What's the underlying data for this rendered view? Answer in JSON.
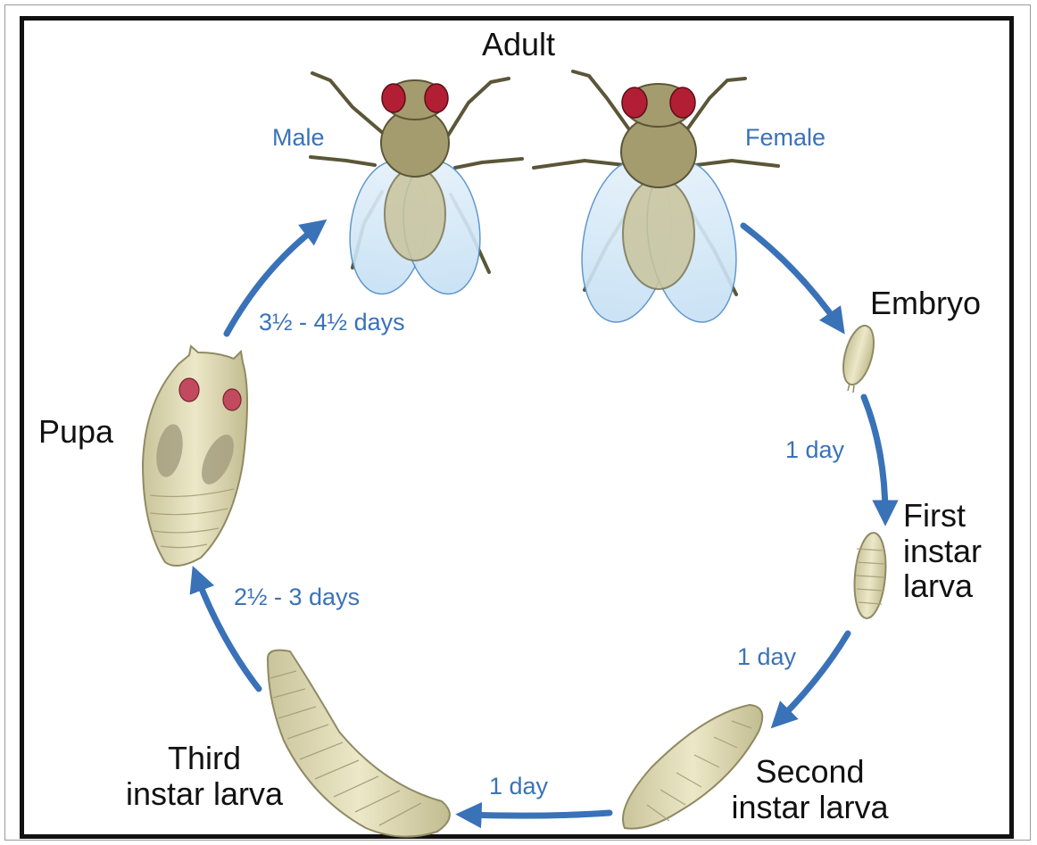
{
  "stages": {
    "adult": "Adult",
    "male": "Male",
    "female": "Female",
    "embryo": "Embryo",
    "first_instar_1": "First",
    "first_instar_2": "instar",
    "first_instar_3": "larva",
    "second_instar_1": "Second",
    "second_instar_2": "instar larva",
    "third_instar_1": "Third",
    "third_instar_2": "instar larva",
    "pupa": "Pupa"
  },
  "durations": {
    "embryo_to_first": "1 day",
    "first_to_second": "1 day",
    "second_to_third": "1 day",
    "third_to_pupa": "2½ - 3 days",
    "pupa_to_adult": "3½ - 4½ days"
  },
  "colors": {
    "arrow": "#3a72b8",
    "sex_label": "#3a72b8",
    "duration_label": "#3a72b8",
    "stage_label": "#111111",
    "larva_body": "#ddd9b4",
    "fly_body": "#a49c6e",
    "fly_eye": "#b21e34",
    "wing": "#cfe6f7"
  },
  "icons": [
    "male-fly-icon",
    "female-fly-icon",
    "embryo-icon",
    "first-instar-larva-icon",
    "second-instar-larva-icon",
    "third-instar-larva-icon",
    "pupa-icon"
  ]
}
